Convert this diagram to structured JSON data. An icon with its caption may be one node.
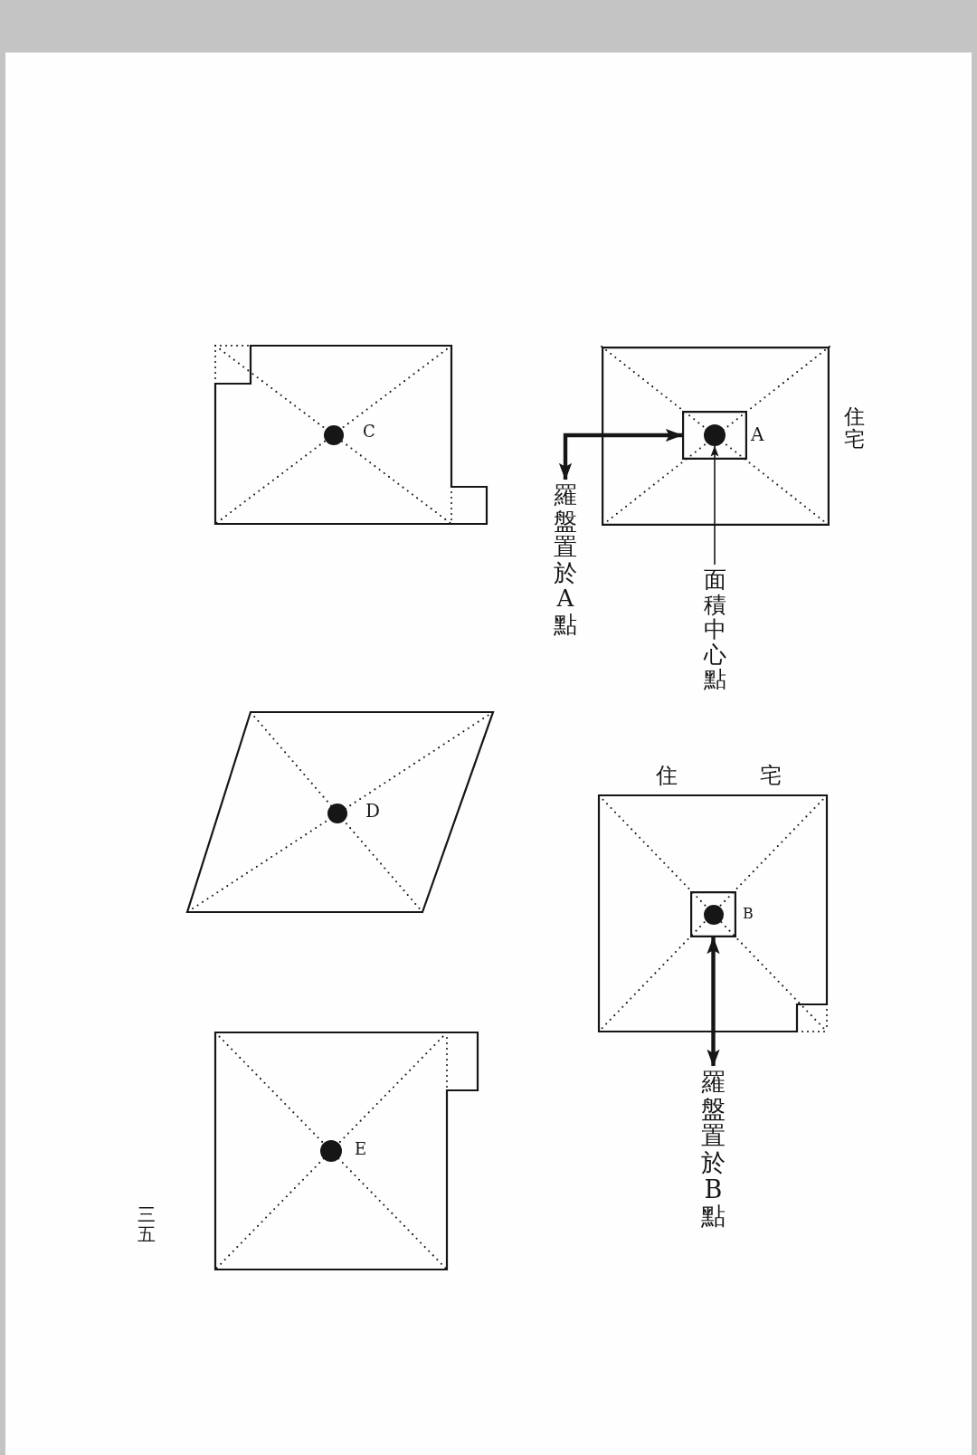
{
  "diagram": {
    "nodes": [
      {
        "text": [],
        "shape": "box"
      },
      {
        "text": [],
        "shape": "circle",
        "in": 0,
        "beside": [
          "C"
        ]
      },
      {
        "text": [
          "住宅"
        ]
      },
      {
        "text": [],
        "shape": "box",
        "in": 2
      },
      {
        "text": [],
        "shape": "circle",
        "in": 3,
        "beside": [
          "A"
        ]
      },
      {
        "text": [
          "羅盤置於A點"
        ]
      },
      {
        "text": [
          "面積中心點"
        ]
      },
      {
        "text": [],
        "shape": "parallelogram"
      },
      {
        "text": [],
        "shape": "circle",
        "in": 7,
        "beside": [
          "D"
        ]
      },
      {
        "text": [
          "住宅"
        ]
      },
      {
        "text": [],
        "shape": "box",
        "in": 9
      },
      {
        "text": [],
        "shape": "circle",
        "in": 10,
        "beside": [
          "B"
        ]
      },
      {
        "text": [
          "羅盤置於B點"
        ]
      },
      {
        "text": [],
        "shape": "box"
      },
      {
        "text": [],
        "shape": "circle",
        "in": 13,
        "beside": [
          "E"
        ]
      }
    ],
    "edges": [
      {
        "from": 5,
        "to": 3,
        "arrow": "both"
      },
      {
        "from": 6,
        "to": 4,
        "arrow": "to"
      },
      {
        "from": 12,
        "to": 10,
        "arrow": "both"
      }
    ],
    "labels": [
      "三五"
    ]
  }
}
